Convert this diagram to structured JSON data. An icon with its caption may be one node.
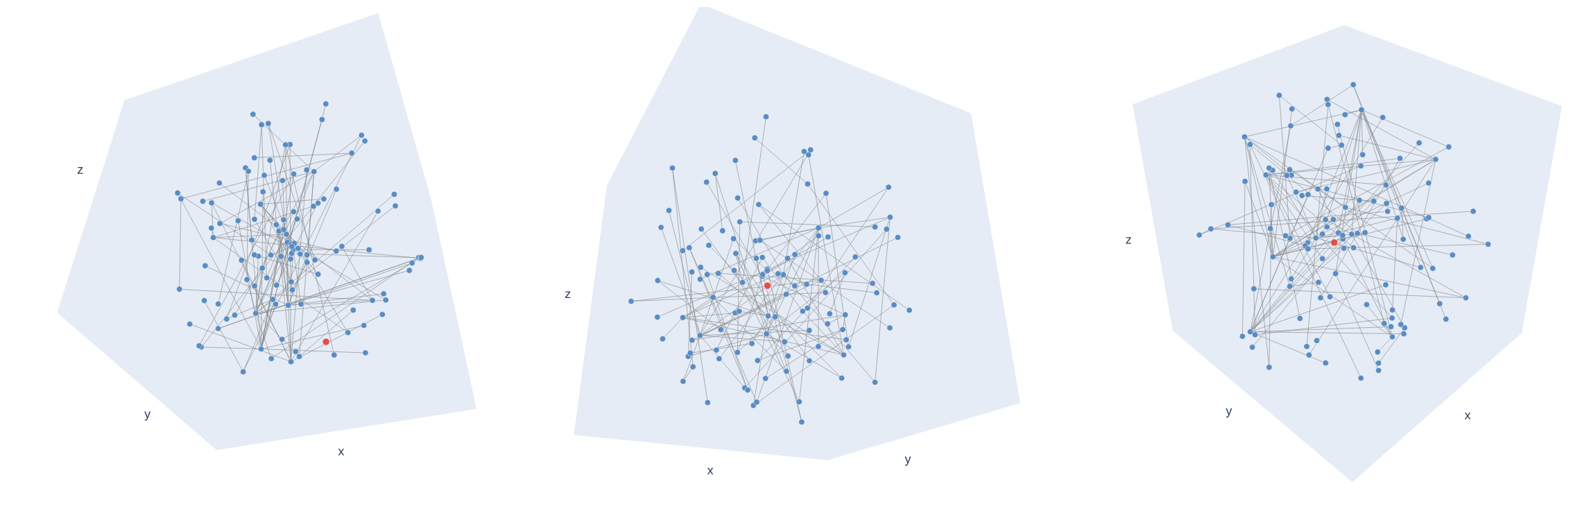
{
  "diagram": {
    "labels": [
      "z",
      "y",
      "x",
      "z",
      "x",
      "y",
      "z",
      "y",
      "x"
    ]
  }
}
